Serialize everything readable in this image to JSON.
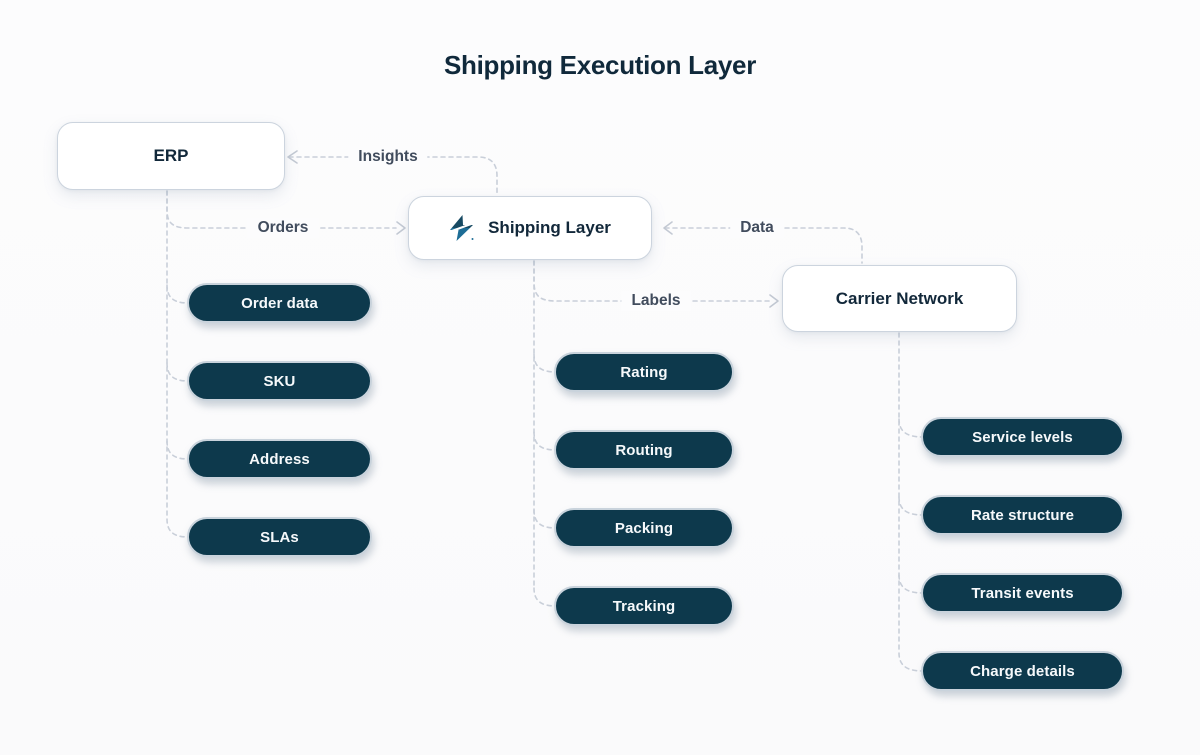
{
  "title": "Shipping Execution Layer",
  "nodes": {
    "erp": {
      "label": "ERP"
    },
    "shipping_layer": {
      "label": "Shipping Layer",
      "icon": "lightning-bolt-icon"
    },
    "carrier_network": {
      "label": "Carrier Network"
    }
  },
  "connectors": [
    {
      "label": "Insights",
      "from": "shipping_layer",
      "to": "erp"
    },
    {
      "label": "Orders",
      "from": "erp",
      "to": "shipping_layer"
    },
    {
      "label": "Data",
      "from": "carrier_network",
      "to": "shipping_layer"
    },
    {
      "label": "Labels",
      "from": "shipping_layer",
      "to": "carrier_network"
    }
  ],
  "groups": {
    "erp_items": [
      "Order data",
      "SKU",
      "Address",
      "SLAs"
    ],
    "shipping_items": [
      "Rating",
      "Routing",
      "Packing",
      "Tracking"
    ],
    "carrier_items": [
      "Service levels",
      "Rate structure",
      "Transit events",
      "Charge details"
    ]
  },
  "colors": {
    "pill_navy": "#0d394c",
    "text_navy": "#10293b",
    "label_slate": "#414c5d",
    "wire_gray": "#c9cfd9",
    "node_border": "#ccd4de",
    "icon_navy": "#174a63",
    "icon_teal": "#1d6d96",
    "background": "#fcfcfd"
  }
}
